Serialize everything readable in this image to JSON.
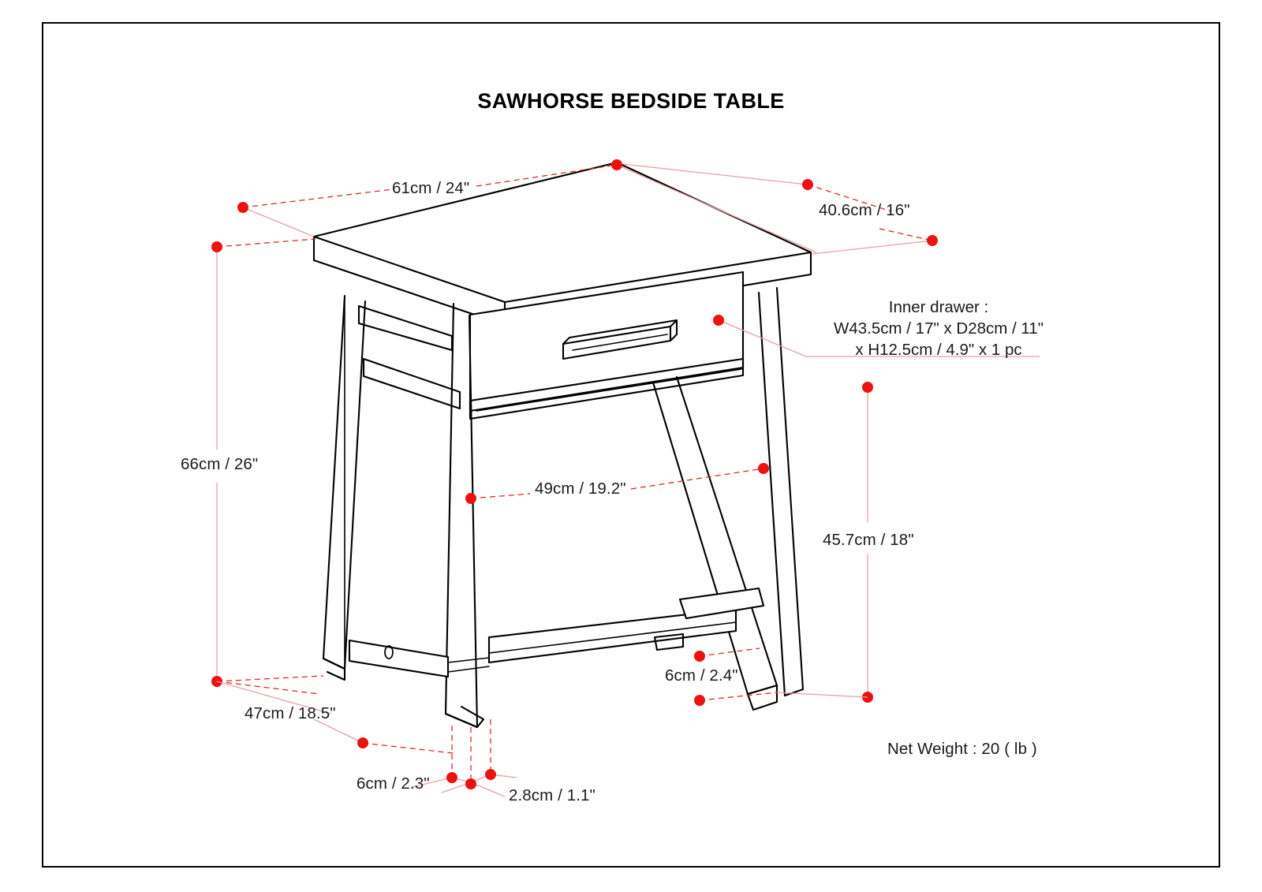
{
  "document": {
    "title": "SAWHORSE BEDSIDE TABLE",
    "product_type": "bedside-table-dimension-diagram"
  },
  "dimensions": {
    "top_width": "61cm / 24\"",
    "top_depth": "40.6cm / 16\"",
    "overall_height": "66cm / 26\"",
    "lower_width": "49cm / 19.2\"",
    "side_height": "45.7cm / 18\"",
    "base_depth": "47cm / 18.5\"",
    "stretcher_height": "6cm / 2.4\"",
    "leg_width": "6cm / 2.3\"",
    "leg_thickness": "2.8cm / 1.1\""
  },
  "drawer": {
    "line1": "Inner drawer :",
    "line2": "W43.5cm / 17\" x D28cm / 11\"",
    "line3": "x H12.5cm / 4.9\" x 1 pc"
  },
  "weight": {
    "label": "Net Weight : 20 ( lb )"
  },
  "colors": {
    "line": "#000000",
    "marker": "#ee1111",
    "leader": "#e02020",
    "background": "#ffffff"
  }
}
